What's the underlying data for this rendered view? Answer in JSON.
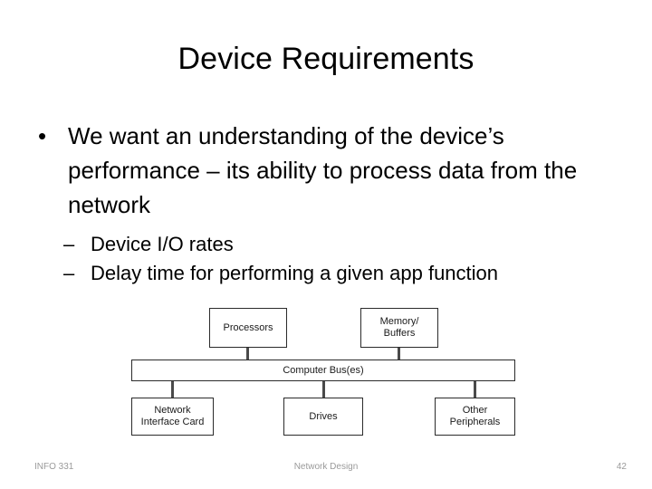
{
  "slide": {
    "title": "Device Requirements",
    "background_color": "#ffffff",
    "text_color": "#000000"
  },
  "content": {
    "bullets": [
      {
        "marker": "•",
        "text": "We want an understanding of the device’s performance – its ability to process data from the network",
        "level": 1
      }
    ],
    "sub_bullets": [
      {
        "marker": "–",
        "text": "Device I/O rates",
        "level": 2
      },
      {
        "marker": "–",
        "text": "Delay time for performing a given app function",
        "level": 2
      }
    ]
  },
  "diagram": {
    "type": "block-diagram",
    "line_color": "#2b2b2b",
    "connector_color": "#4a4a4a",
    "nodes": [
      {
        "id": "processors",
        "label": "Processors",
        "row": "top"
      },
      {
        "id": "memory",
        "label": "Memory/\nBuffers",
        "row": "top"
      },
      {
        "id": "bus",
        "label": "Computer Bus(es)",
        "row": "middle"
      },
      {
        "id": "nic",
        "label": "Network\nInterface Card",
        "row": "bottom"
      },
      {
        "id": "drives",
        "label": "Drives",
        "row": "bottom"
      },
      {
        "id": "other",
        "label": "Other\nPeripherals",
        "row": "bottom"
      }
    ],
    "edges": [
      {
        "from": "processors",
        "to": "bus"
      },
      {
        "from": "memory",
        "to": "bus"
      },
      {
        "from": "bus",
        "to": "nic"
      },
      {
        "from": "bus",
        "to": "drives"
      },
      {
        "from": "bus",
        "to": "other"
      }
    ]
  },
  "footer": {
    "course": "INFO 331",
    "topic": "Network Design",
    "page_number": "42",
    "color": "#9a9a9a"
  }
}
